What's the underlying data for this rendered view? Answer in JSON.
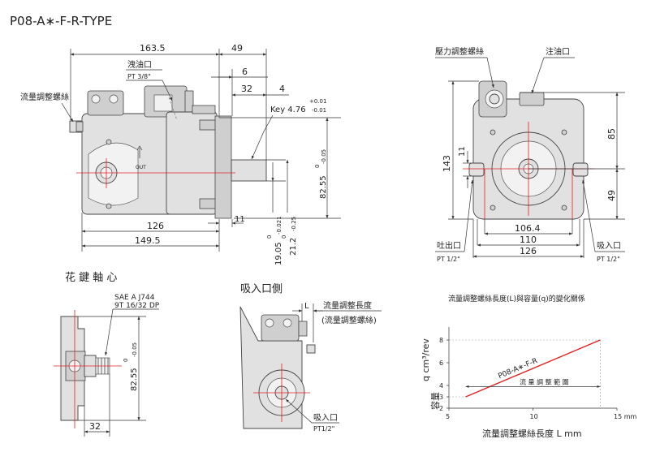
{
  "title": "P08-A∗-F-R-TYPE",
  "side_view": {
    "dims": {
      "d163_5": "163.5",
      "d49": "49",
      "d6": "6",
      "d32": "32",
      "d4": "4",
      "key": "Key 4.76",
      "key_tol_up": "+0.01",
      "key_tol_dn": "-0.01",
      "d126": "126",
      "d11": "11",
      "d149_5": "149.5",
      "d82_55": "82.55",
      "d82_55_tol_up": "0",
      "d82_55_tol_dn": "-0.05",
      "d19_05": "19.05",
      "d19_05_tol_up": "0",
      "d19_05_tol_dn": "-0.021",
      "d21_2": "21.2",
      "d21_2_tol_up": "0",
      "d21_2_tol_dn": "-0.25"
    },
    "labels": {
      "drain_port": "洩油口",
      "drain_port_spec": "PT 3/8\"",
      "flow_adjust_screw": "流量調整螺絲",
      "out_mark": "OUT"
    }
  },
  "front_view": {
    "dims": {
      "d85": "85",
      "d143": "143",
      "d11": "11",
      "d49": "49",
      "d106_4": "106.4",
      "d110": "110",
      "d126": "126"
    },
    "labels": {
      "pressure_screw": "壓力調整螺絲",
      "oil_fill_port": "注油口",
      "outlet_port": "吐出口",
      "outlet_port_spec": "PT 1/2\"",
      "inlet_port": "吸入口",
      "inlet_port_spec": "PT 1/2\""
    }
  },
  "spline_view": {
    "heading": "花 鍵 軸 心",
    "spec_line1": "SAE A J744",
    "spec_line2": "9T 16/32 DP",
    "d82_55": "82.55",
    "d82_55_tol_up": "0",
    "d82_55_tol_dn": "-0.05",
    "d32": "32"
  },
  "inlet_side_view": {
    "heading": "吸入口側",
    "dim_L": "L",
    "flow_len_label1": "流量調整長度",
    "flow_len_label2": "(流量調整螺絲)",
    "inlet_port": "吸入口",
    "inlet_port_spec": "PT1/2\""
  },
  "chart_data": {
    "type": "line",
    "title": "流量調整螺絲長度(L)與容量(q)的變化關係",
    "xlabel": "流量調整螺絲長度 L",
    "x_unit": "mm",
    "ylabel_cn": "容量",
    "ylabel_sym": "q cm³/rev",
    "xlim": [
      5,
      15
    ],
    "ylim": [
      2,
      9
    ],
    "x_ticks": [
      5,
      10,
      15
    ],
    "x_tick_labels": [
      "5",
      "10",
      "15 mm"
    ],
    "y_ticks": [
      2,
      3,
      4,
      6,
      8
    ],
    "series": [
      {
        "name": "P08-A∗-F-R",
        "x": [
          6,
          14
        ],
        "y": [
          3,
          8
        ],
        "color": "#e02020"
      }
    ],
    "range_label": "流 量 調 整 範 圍",
    "range_x": [
      6,
      14
    ],
    "grid": false
  }
}
